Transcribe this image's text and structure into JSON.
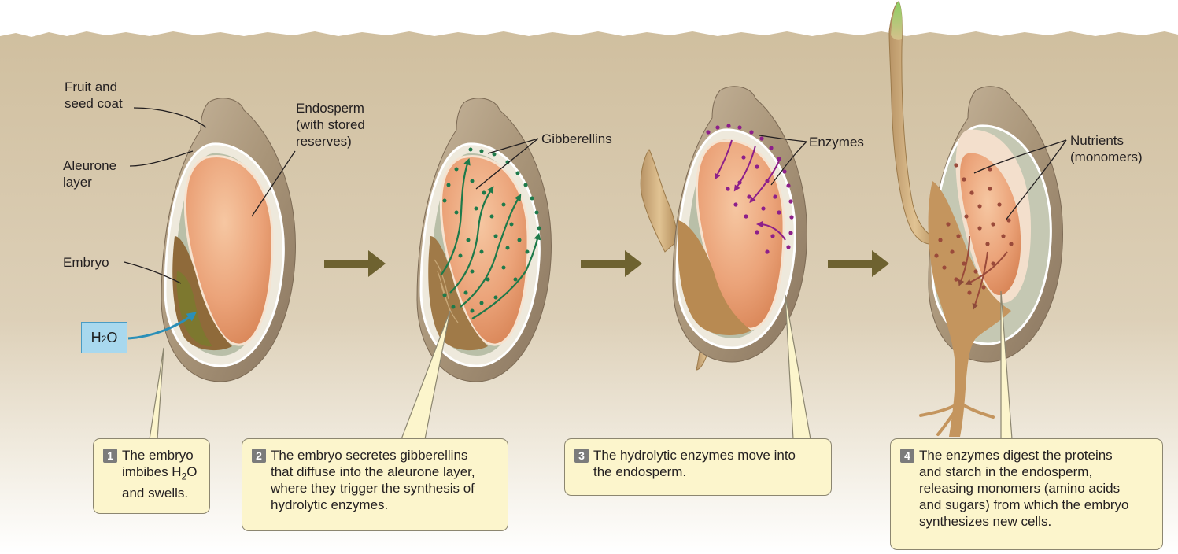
{
  "labels": {
    "fruit_seed_coat": "Fruit and\nseed coat",
    "endosperm": "Endosperm\n(with stored\nreserves)",
    "aleurone": "Aleurone\nlayer",
    "embryo": "Embryo",
    "gibberellins": "Gibberellins",
    "enzymes": "Enzymes",
    "nutrients": "Nutrients\n(monomers)"
  },
  "water": {
    "prefix": "H",
    "subscript": "2",
    "suffix": "O"
  },
  "steps": [
    {
      "number": "1",
      "lines": [
        "The embryo",
        "imbibes H",
        "and swells."
      ],
      "subscript": "2",
      "after_sub": "O"
    },
    {
      "number": "2",
      "lines": [
        "The embryo secretes gibberellins",
        "that diffuse into the aleurone layer,",
        "where they trigger the synthesis of",
        "hydrolytic enzymes."
      ]
    },
    {
      "number": "3",
      "lines": [
        "The hydrolytic enzymes move into",
        "the endosperm."
      ]
    },
    {
      "number": "4",
      "lines": [
        "The enzymes digest the proteins",
        "and starch in the endosperm,",
        "releasing monomers (amino acids",
        "and sugars) from which the embryo",
        "synthesizes new cells."
      ]
    }
  ],
  "colors": {
    "soil": "#d3c3a6",
    "seed_coat": "#a08c72",
    "endosperm": "#eca67c",
    "embryo": "#b88a52",
    "gibberellins": "#1d7a4a",
    "enzymes": "#8d1f8a",
    "nutrients": "#9a4a3a",
    "water": "#2a8fb8",
    "arrow": "#6e6230",
    "caption_bg": "#fcf5cc"
  }
}
